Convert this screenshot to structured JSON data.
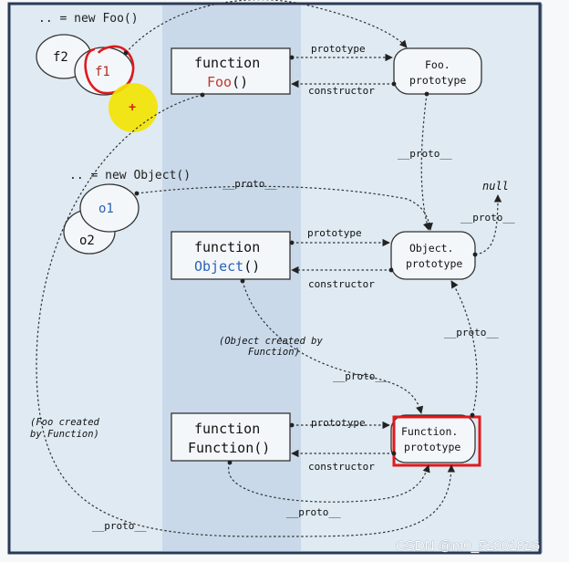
{
  "header": {
    "foo_instances_label": ".. = new Foo()",
    "object_instances_label": ".. = new Object()"
  },
  "objects": {
    "f2": "f2",
    "f1": "f1",
    "o1": "o1",
    "o2": "o2"
  },
  "functions": {
    "foo": {
      "keyword": "function",
      "name": "Foo",
      "parens": "()"
    },
    "object": {
      "keyword": "function",
      "name": "Object",
      "parens": "()"
    },
    "function": {
      "keyword": "function",
      "name": "Function()"
    }
  },
  "prototypes": {
    "foo": {
      "line1": "Foo.",
      "line2": "prototype"
    },
    "object": {
      "line1": "Object.",
      "line2": "prototype"
    },
    "function": {
      "line1": "Function.",
      "line2": "prototype"
    }
  },
  "labels": {
    "prototype": "prototype",
    "constructor": "constructor",
    "proto": "__proto__",
    "null": "null",
    "object_created_line1": "(Object created by",
    "object_created_line2": "Function)",
    "foo_created_line1": "(Foo created",
    "foo_created_line2": "by Function)"
  },
  "annotations": {
    "cursor_plus": "+"
  },
  "watermark": "CSDN @m0_52001826",
  "colors": {
    "page_bg": "#dfeaf2",
    "band": "#c9d9e9",
    "frame_border": "#2a3a55",
    "foo_name": "#c0392b",
    "object_name": "#2a62b6",
    "f1_text": "#b4281f",
    "highlight_red": "#e0191c",
    "cursor_yellow": "#f3e400"
  }
}
